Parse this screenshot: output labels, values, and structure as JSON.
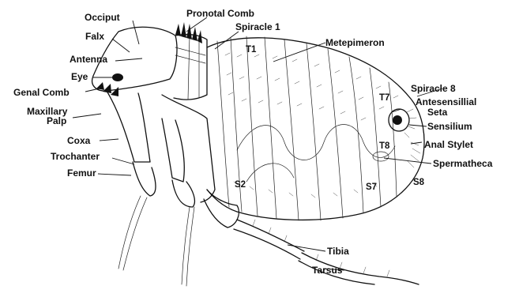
{
  "labels": {
    "occiput": "Occiput",
    "pronotal_comb": "Pronotal Comb",
    "spiracle_1": "Spiracle 1",
    "falx": "Falx",
    "metepimeron": "Metepimeron",
    "antenna": "Antenna",
    "t1": "T1",
    "eye": "Eye",
    "genal_comb": "Genal Comb",
    "spiracle_8": "Spiracle 8",
    "t7": "T7",
    "antesensillial_seta_line1": "Antesensillial",
    "antesensillial_seta_line2": "Seta",
    "sensilium": "Sensilium",
    "maxillary_palp_line1": "Maxillary",
    "maxillary_palp_line2": "Palp",
    "coxa": "Coxa",
    "anal_stylet": "Anal Stylet",
    "t8": "T8",
    "trochanter": "Trochanter",
    "spermatheca": "Spermatheca",
    "femur": "Femur",
    "s2": "S2",
    "s7": "S7",
    "s8": "S8",
    "tibia": "Tibia",
    "tarsus": "Tarsus"
  }
}
